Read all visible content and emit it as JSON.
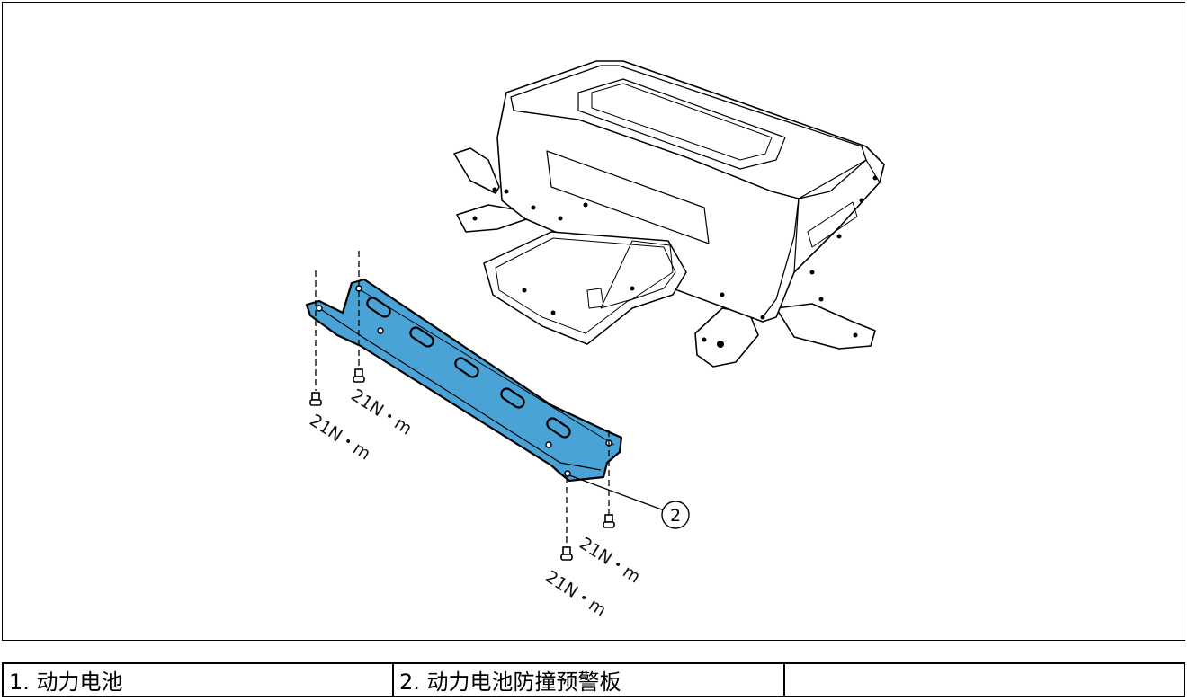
{
  "diagram": {
    "callouts": [
      {
        "id": "2",
        "label": "2"
      }
    ],
    "torque_labels": [
      "21N・m",
      "21N・m",
      "21N・m",
      "21N・m"
    ],
    "colors": {
      "highlight_part": "#4aa3d6",
      "line": "#000000",
      "background": "#ffffff"
    }
  },
  "legend": {
    "cells": [
      "1. 动力电池",
      "2. 动力电池防撞预警板",
      ""
    ]
  }
}
